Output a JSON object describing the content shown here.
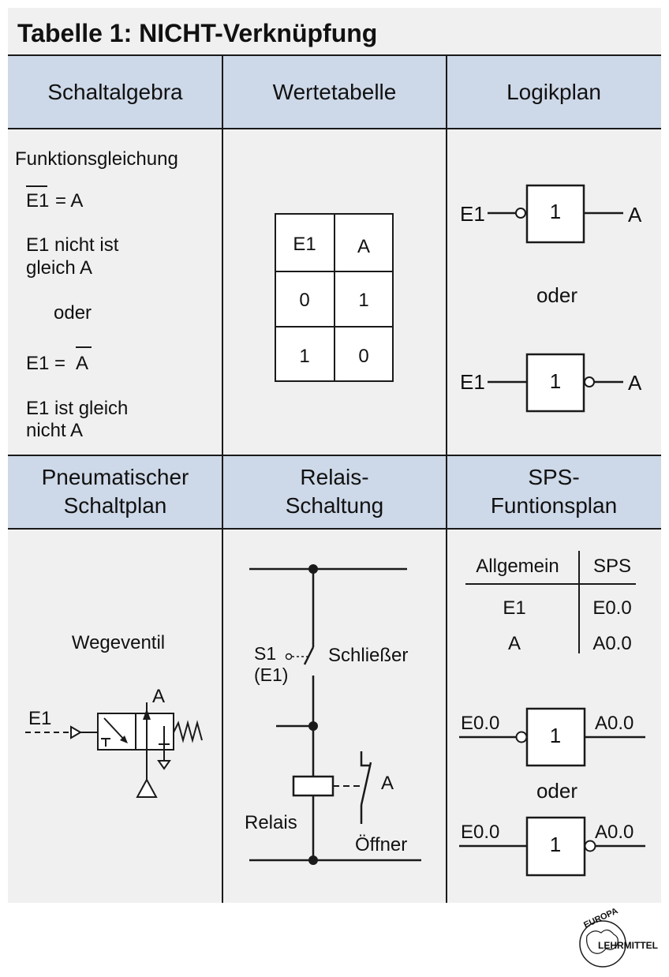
{
  "title": "Tabelle 1: NICHT-Verknüpfung",
  "headers": {
    "schaltalgebra": "Schaltalgebra",
    "wertetabelle": "Wertetabelle",
    "logikplan": "Logikplan",
    "pneumatik_line1": "Pneumatischer",
    "pneumatik_line2": "Schaltplan",
    "relais_line1": "Relais-",
    "relais_line2": "Schaltung",
    "sps_line1": "SPS-",
    "sps_line2": "Funtionsplan"
  },
  "schaltalgebra": {
    "heading": "Funktionsgleichung",
    "eq1_left": "E1",
    "eq1_right": "= A",
    "text1_line1": "E1 nicht ist",
    "text1_line2": "gleich A",
    "oder": "oder",
    "eq2_left": "E1 =",
    "eq2_right": "A",
    "text2_line1": "E1 ist gleich",
    "text2_line2": "nicht A"
  },
  "wertetabelle": {
    "columns": [
      "E1",
      "A"
    ],
    "rows": [
      [
        "0",
        "1"
      ],
      [
        "1",
        "0"
      ]
    ]
  },
  "logikplan": {
    "input": "E1",
    "output": "A",
    "gate_symbol": "1",
    "oder": "oder"
  },
  "pneumatik": {
    "label": "Wegeventil",
    "input": "E1",
    "output": "A"
  },
  "relais": {
    "switch_label": "S1",
    "switch_sub": "(E1)",
    "schliesser": "Schließer",
    "relais": "Relais",
    "contact": "A",
    "oeffner": "Öffner"
  },
  "sps": {
    "map_headers": [
      "Allgemein",
      "SPS"
    ],
    "map_rows": [
      [
        "E1",
        "E0.0"
      ],
      [
        "A",
        "A0.0"
      ]
    ],
    "input": "E0.0",
    "output": "A0.0",
    "gate_symbol": "1",
    "oder": "oder"
  },
  "logo": {
    "line1": "EUROPA",
    "line2": "LEHRMITTEL"
  },
  "colors": {
    "page_bg": "#f0f0f0",
    "header_bg": "#cdd8e8",
    "line": "#1a1a1a"
  }
}
